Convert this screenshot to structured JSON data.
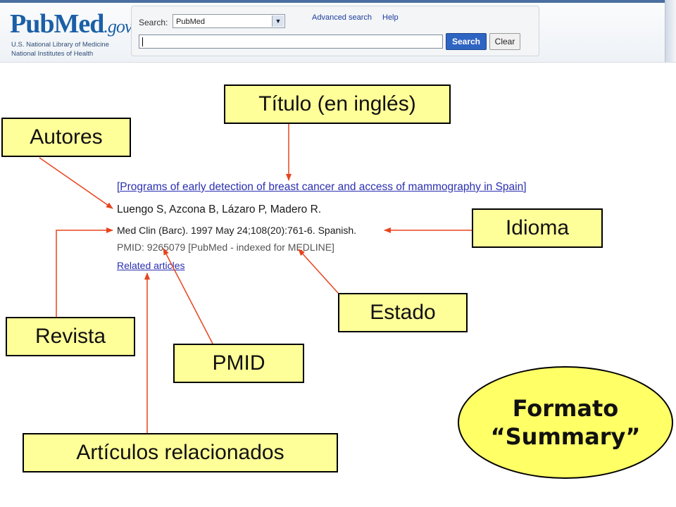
{
  "header": {
    "logo": {
      "pub": "Pub",
      "med": "Med",
      "gov": ".gov"
    },
    "org_line1": "U.S. National Library of Medicine",
    "org_line2": "National Institutes of Health",
    "search_label": "Search:",
    "database_selected": "PubMed",
    "advanced_link": "Advanced search",
    "help_link": "Help",
    "query_value": "",
    "search_button": "Search",
    "clear_button": "Clear",
    "brand_color": "#1b5fa6"
  },
  "citation": {
    "title": "[Programs of early detection of breast cancer and access of mammography in Spain]",
    "authors": "Luengo S, Azcona B, Lázaro P, Madero R.",
    "source": "Med Clin (Barc). 1997 May 24;108(20):761-6. Spanish.",
    "pmid_line": "PMID: 9265079 [PubMed - indexed for MEDLINE]",
    "related": "Related articles"
  },
  "callouts": {
    "titulo": "Título (en inglés)",
    "autores": "Autores",
    "idioma": "Idioma",
    "estado": "Estado",
    "revista": "Revista",
    "pmid": "PMID",
    "relacionados": "Artículos relacionados"
  },
  "format_badge": {
    "line1": "Formato",
    "line2": "“Summary”"
  },
  "colors": {
    "callout_fill": "#ffff99",
    "ellipse_fill": "#ffff66",
    "arrow": "#e8441e",
    "link": "#2b2fb0"
  }
}
